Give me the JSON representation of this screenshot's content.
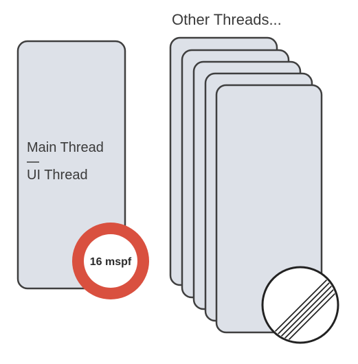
{
  "other_threads": {
    "label": "Other Threads..."
  },
  "main_thread": {
    "title": "Main Thread",
    "subtitle": "UI Thread"
  },
  "frame_budget": {
    "label": "16 mspf"
  },
  "colors": {
    "panel_fill": "#dde1e8",
    "panel_stroke": "#3f3f3f",
    "badge_ring": "#d9503f",
    "badge_fill": "#ffffff"
  },
  "icons": {
    "no_limit": "no-speed-limit-sign-icon"
  }
}
